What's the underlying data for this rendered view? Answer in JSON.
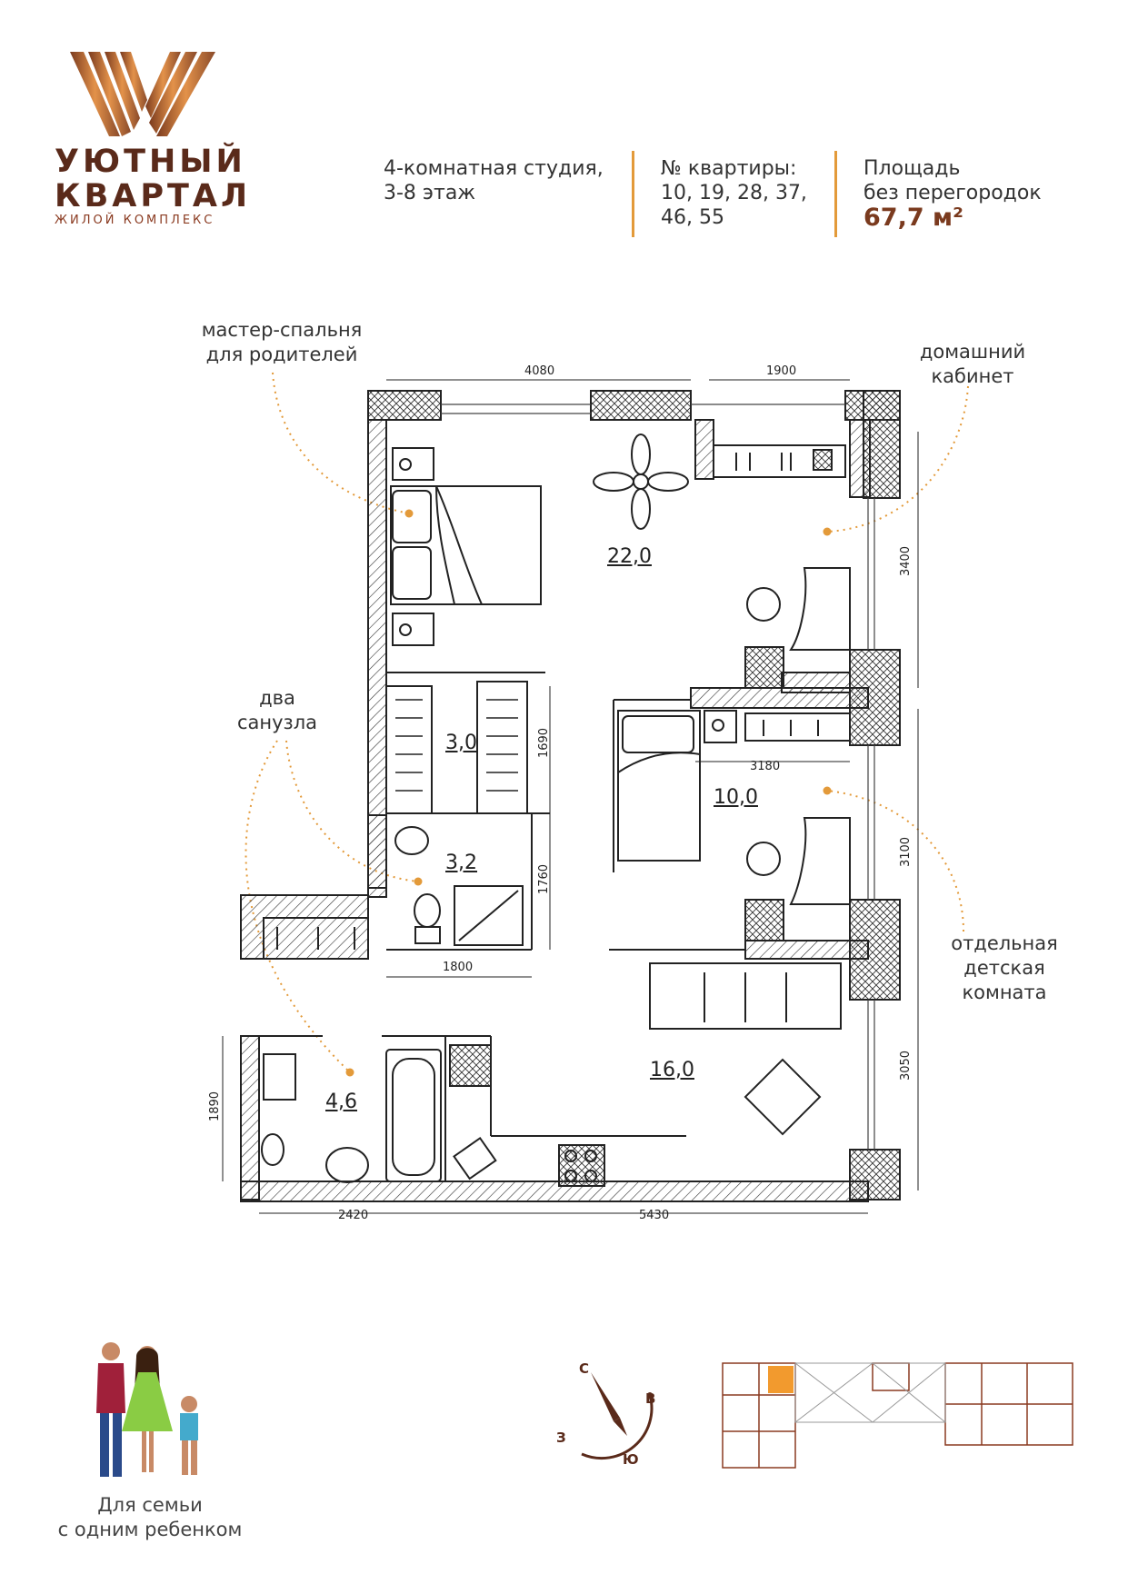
{
  "logo": {
    "line1": "УЮТНЫЙ",
    "line2": "КВАРТАЛ",
    "subtitle": "ЖИЛОЙ КОМПЛЕКС"
  },
  "header": {
    "type_line1": "4-комнатная студия,",
    "type_line2": "3-8 этаж",
    "apt_label": "№ квартиры:",
    "apt_line1": "10, 19, 28, 37,",
    "apt_line2": "46, 55",
    "area_line1": "Площадь",
    "area_line2": "без перегородок",
    "area_value": "67,7 м²"
  },
  "callouts": {
    "master_line1": "мастер-спальня",
    "master_line2": "для родителей",
    "office_line1": "домашний",
    "office_line2": "кабинет",
    "bath_line1": "два",
    "bath_line2": "санузла",
    "kids_line1": "отдельная",
    "kids_line2": "детская",
    "kids_line3": "комната"
  },
  "rooms": {
    "main": "22,0",
    "wardrobe": "3,0",
    "wc_small": "3,2",
    "kids": "10,0",
    "kitchen": "16,0",
    "bath_big": "4,6"
  },
  "dimensions": {
    "top_left": "4080",
    "top_right": "1900",
    "right_top": "3400",
    "right_mid": "3100",
    "right_bottom": "3050",
    "kids_width": "3180",
    "wardrobe_h": "1690",
    "wc_h": "1760",
    "wc_w": "1800",
    "bath_h": "1890",
    "bottom_left": "2420",
    "bottom_right": "5430"
  },
  "family": {
    "line1": "Для семьи",
    "line2": "с одним ребенком"
  },
  "compass": {
    "n": "С",
    "e": "В",
    "s": "Ю",
    "w": "З"
  },
  "colors": {
    "accent": "#e39a3a",
    "brand": "#7a3a1e",
    "highlight": "#f29a2e"
  }
}
